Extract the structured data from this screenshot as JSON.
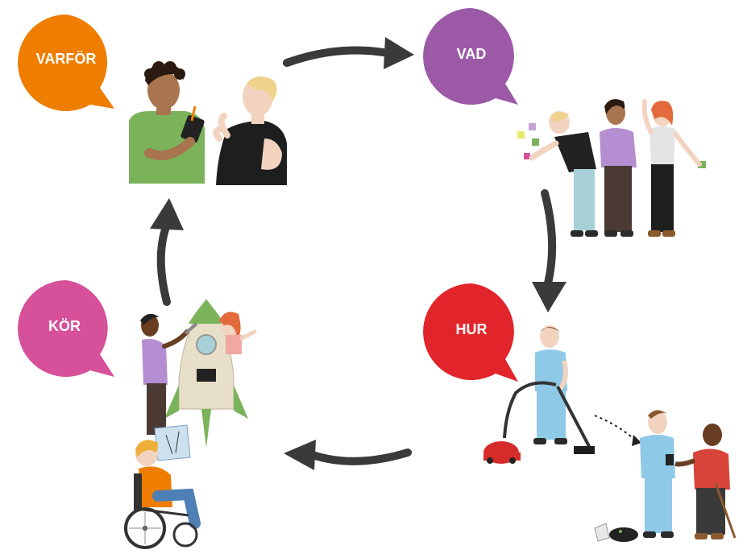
{
  "bubbles": {
    "why": {
      "label": "VARFÖR",
      "color": "#EF7D00"
    },
    "what": {
      "label": "VAD",
      "color": "#9B59A6"
    },
    "how": {
      "label": "HUR",
      "color": "#E1252B"
    },
    "run": {
      "label": "KÖR",
      "color": "#D6509A"
    }
  },
  "arrow_color": "#3A3A3A",
  "icons": {
    "interview": "interview-people-icon",
    "brainstorm": "brainstorm-group-icon",
    "vacuum": "vacuum-cleaner-person-icon",
    "robot": "robot-vacuum-icon",
    "support": "helping-person-icon",
    "rocket": "rocket-build-icon",
    "wheelchair": "wheelchair-person-icon"
  }
}
